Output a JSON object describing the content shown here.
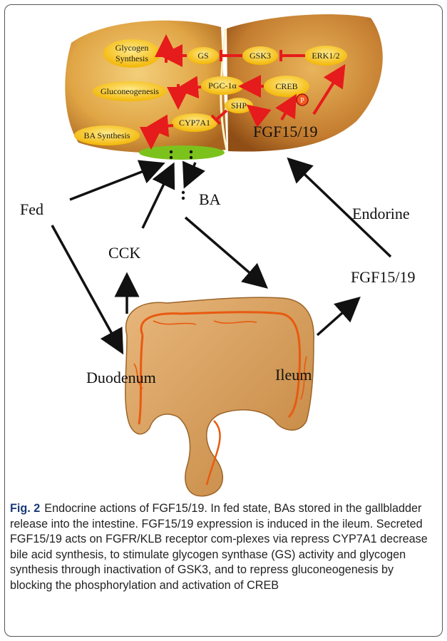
{
  "liver": {
    "nodes": {
      "glycogen_synthesis_line1": "Glycogen",
      "glycogen_synthesis_line2": "Synthesis",
      "gs": "GS",
      "gsk3": "GSK3",
      "erk": "ERK1/2",
      "gluconeogenesis": "Gluconeogenesis",
      "pgc1a": "PGC-1α",
      "creb": "CREB",
      "p": "P",
      "shp": "SHP",
      "cyp7a1": "CYP7A1",
      "ba_synthesis": "BA Synthesis",
      "fgf_liver": "FGF15/19"
    }
  },
  "labels": {
    "fed": "Fed",
    "ba": "BA",
    "endorine": "Endorine",
    "cck": "CCK",
    "fgf_ileum": "FGF15/19",
    "duodenum": "Duodenum",
    "ileum": "Ileum"
  },
  "caption": {
    "label": "Fig. 2",
    "text": "Endocrine actions of FGF15/19. In fed state, BAs stored in the gallbladder release into the intestine. FGF15/19 expression is induced in the ileum. Secreted FGF15/19 acts on FGFR/KLB receptor com-plexes via repress CYP7A1 decrease bile acid synthesis, to stimulate glycogen synthase (GS) activity and glycogen synthesis through inactivation of GSK3, and to repress gluconeogenesis by blocking the phosphorylation and activation of CREB"
  },
  "colors": {
    "liver_fill": "#e0a545",
    "liver_dark": "#9c5a1e",
    "pill_fill": "#f7c21a",
    "signal_red": "#e61b1b",
    "gallbladder": "#7cc21d",
    "intestine": "#d9a05c",
    "vessel": "#e85a10",
    "caption_label": "#1a3a78"
  }
}
